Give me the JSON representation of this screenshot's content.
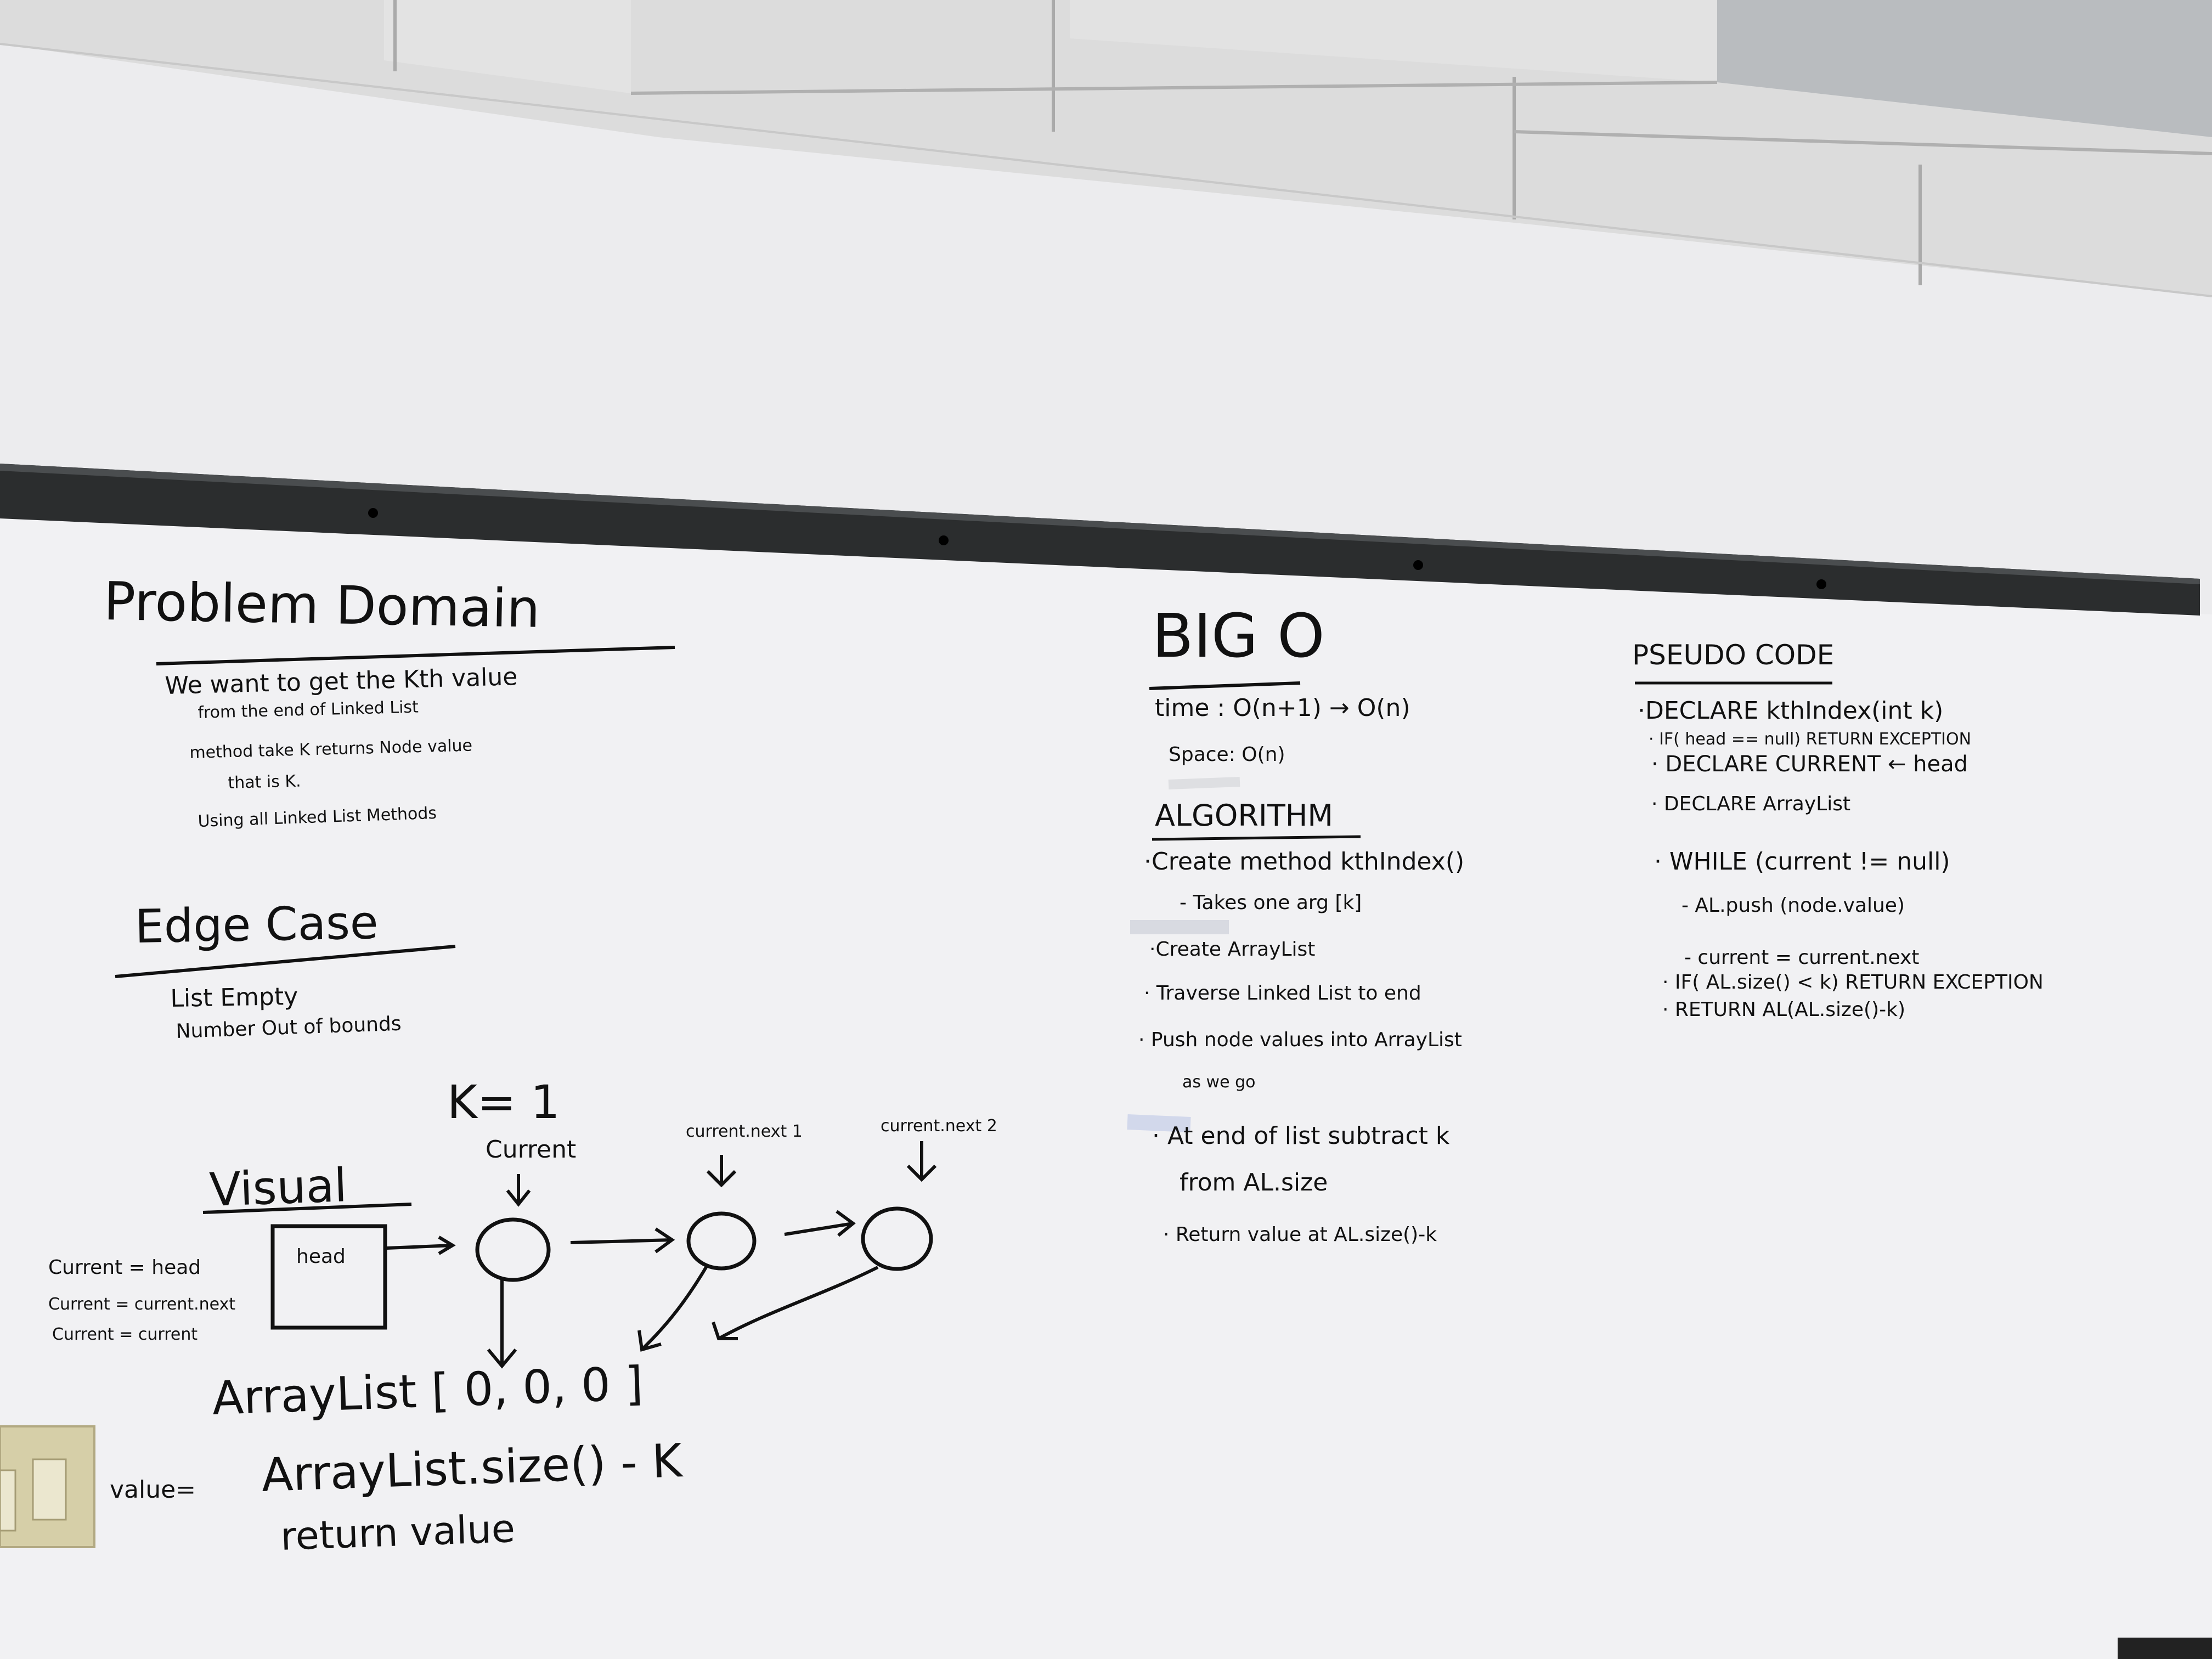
{
  "problem_domain": {
    "title": "Problem Domain",
    "lines": [
      "We want to get the Kth value",
      "from the end of Linked List",
      "method take K returns Node value",
      "that is K.",
      "Using all Linked List Methods"
    ]
  },
  "edge_case": {
    "title": "Edge Case",
    "lines": [
      "List Empty",
      "Number Out of bounds"
    ]
  },
  "visual": {
    "k_label": "K= 1",
    "title": "Visual",
    "pointer_current": "Current",
    "pointer_next1": "current.next 1",
    "pointer_next2": "current.next 2",
    "head_label": "head",
    "left_lines": [
      "Current = head",
      "Current = current.next",
      "Current = current"
    ],
    "arraylist_label": "ArrayList",
    "arraylist_values": [
      "0",
      "0",
      "0"
    ],
    "value_label": "value=",
    "value_expr": "ArrayList.size() - K",
    "return_line": "return value"
  },
  "big_o": {
    "title": "BIG O",
    "time": "time : O(n+1) → O(n)",
    "space": "Space: O(n)"
  },
  "algorithm": {
    "title": "ALGORITHM",
    "steps": [
      "·Create method kthIndex()",
      "- Takes one arg [k]",
      "·Create ArrayList",
      "· Traverse Linked List to end",
      "· Push node values into ArrayList",
      "as we go",
      "· At end of list subtract k",
      "from AL.size",
      "· Return value at AL.size()-k"
    ]
  },
  "pseudo_code": {
    "title": "PSEUDO CODE",
    "lines": [
      "·DECLARE kthIndex(int k)",
      "· IF( head == null) RETURN EXCEPTION",
      "· DECLARE CURRENT ← head",
      "· DECLARE ArrayList",
      "· WHILE (current != null)",
      "- AL.push (node.value)",
      "- current = current.next",
      "· IF( AL.size() < k) RETURN EXCEPTION",
      "· RETURN AL(AL.size()-k)"
    ]
  },
  "colors": {
    "wall": "#e9e9ec",
    "whiteboard": "#f2f2f4",
    "marker": "#111111",
    "rail": "#2b2d2e",
    "ceiling_tile": "#d8d8d8",
    "switch_plate": "#d6cfa8"
  }
}
